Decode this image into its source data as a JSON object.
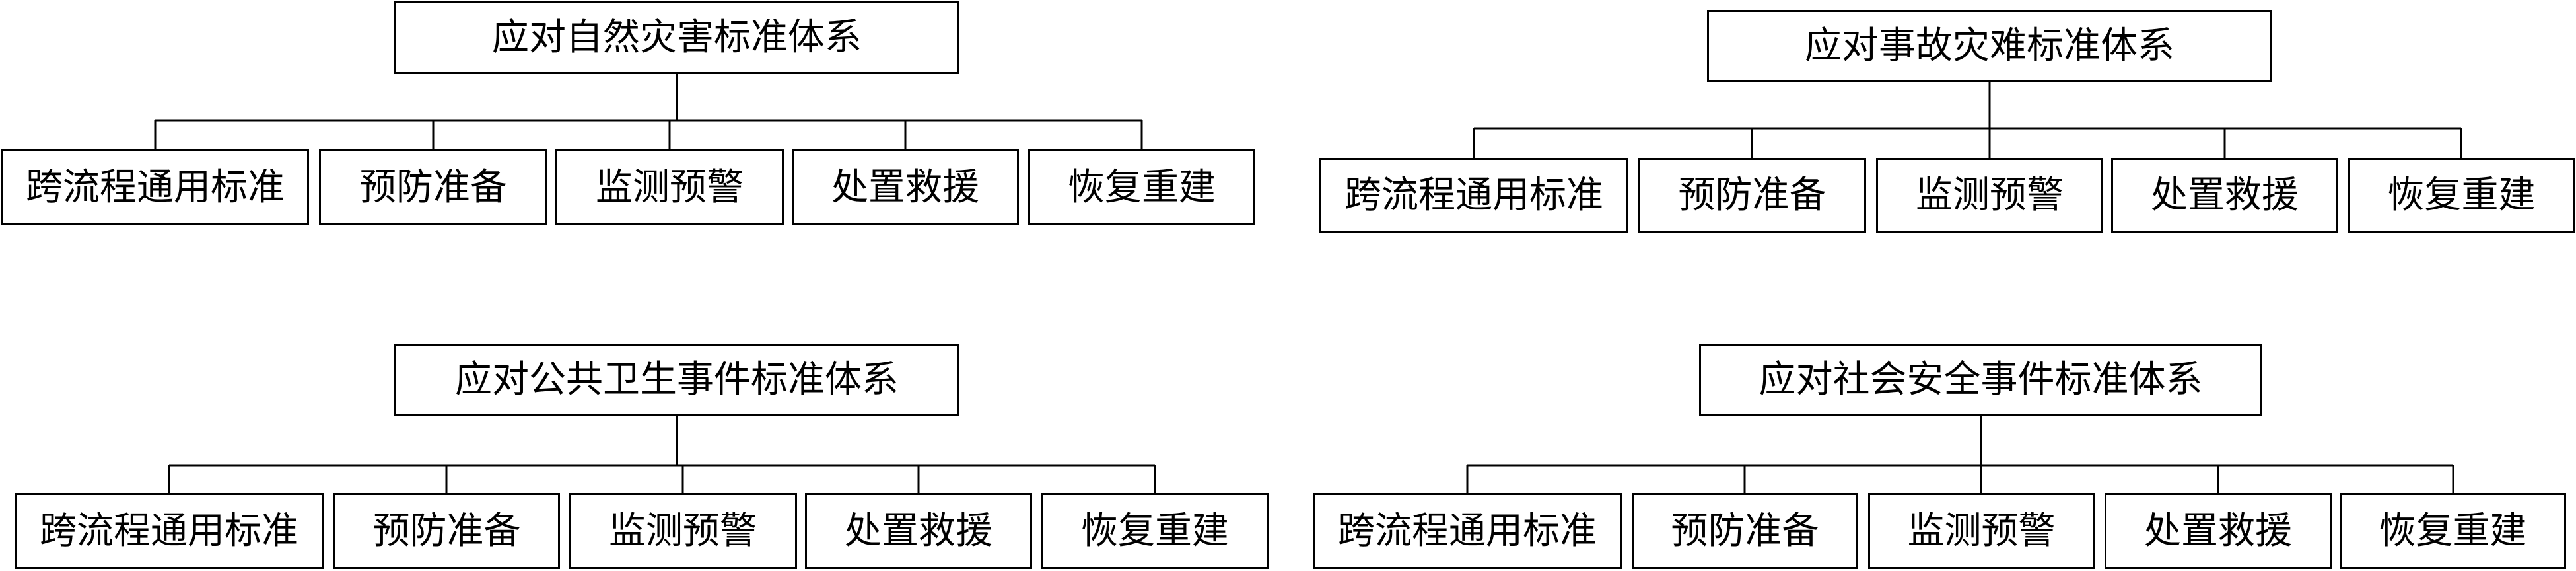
{
  "trees": [
    {
      "root": "应对自然灾害标准体系",
      "children": [
        "跨流程通用标准",
        "预防准备",
        "监测预警",
        "处置救援",
        "恢复重建"
      ]
    },
    {
      "root": "应对事故灾难标准体系",
      "children": [
        "跨流程通用标准",
        "预防准备",
        "监测预警",
        "处置救援",
        "恢复重建"
      ]
    },
    {
      "root": "应对公共卫生事件标准体系",
      "children": [
        "跨流程通用标准",
        "预防准备",
        "监测预警",
        "处置救援",
        "恢复重建"
      ]
    },
    {
      "root": "应对社会安全事件标准体系",
      "children": [
        "跨流程通用标准",
        "预防准备",
        "监测预警",
        "处置救援",
        "恢复重建"
      ]
    }
  ]
}
